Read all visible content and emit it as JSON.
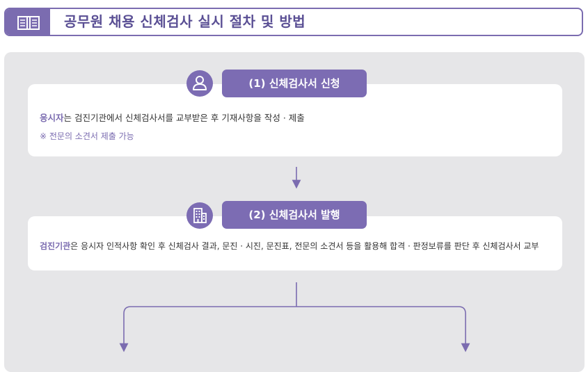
{
  "header": {
    "title": "공무원 채용 신체검사 실시 절차 및 방법",
    "icon": "book-icon"
  },
  "steps": [
    {
      "label": "(1) 신체검사서 신청",
      "icon": "person-icon",
      "subject": "응시자",
      "text": "는 검진기관에서 신체검사서를 교부받은 후 기재사항을 작성 · 제출",
      "note": "※ 전문의 소견서 제출 가능"
    },
    {
      "label": "(2) 신체검사서 발행",
      "icon": "building-icon",
      "subject": "검진기관",
      "text": "은 응시자 인적사항 확인 후 신체검사 결과, 문진 · 시진, 문진표, 전문의 소견서 등을 활용해 합격 · 판정보류를 판단 후 신체검사서 교부"
    }
  ],
  "colors": {
    "accent": "#7b6cb0",
    "panel": "#e6e6e8",
    "text": "#333333"
  }
}
